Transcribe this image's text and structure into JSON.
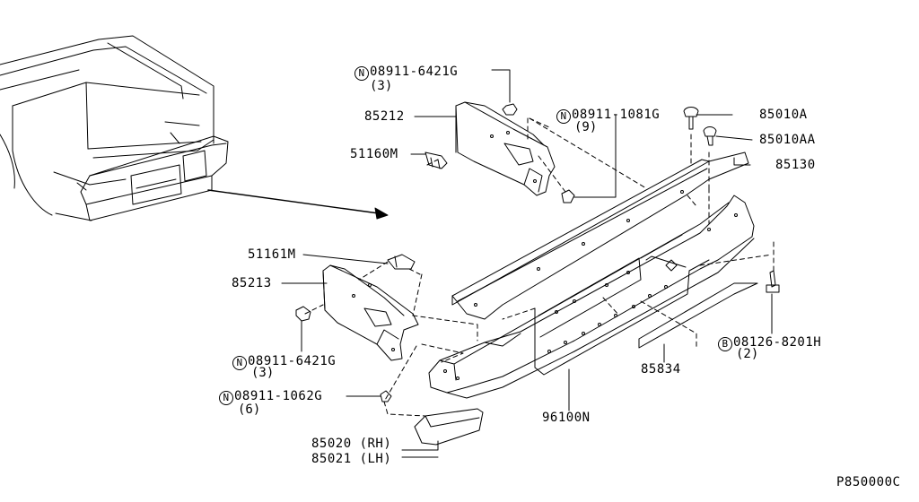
{
  "diagram": {
    "drawing_id": "P850000C",
    "callouts": [
      {
        "key": "n1",
        "prefix": "N",
        "part": "08911-6421G",
        "qty": "(3)"
      },
      {
        "key": "p85212",
        "part": "85212"
      },
      {
        "key": "p51160m",
        "part": "51160M"
      },
      {
        "key": "n2",
        "prefix": "N",
        "part": "08911-1081G",
        "qty": "(9)"
      },
      {
        "key": "p85010a",
        "part": "85010A"
      },
      {
        "key": "p85010aa",
        "part": "85010AA"
      },
      {
        "key": "p85130",
        "part": "85130"
      },
      {
        "key": "p51161m",
        "part": "51161M"
      },
      {
        "key": "p85213",
        "part": "85213"
      },
      {
        "key": "n3",
        "prefix": "N",
        "part": "08911-6421G",
        "qty": "(3)"
      },
      {
        "key": "n4",
        "prefix": "N",
        "part": "08911-1062G",
        "qty": "(6)"
      },
      {
        "key": "b1",
        "prefix": "B",
        "part": "08126-8201H",
        "qty": "(2)"
      },
      {
        "key": "p85834",
        "part": "85834"
      },
      {
        "key": "p96100n",
        "part": "96100N"
      },
      {
        "key": "p85020",
        "part": "85020 (RH)"
      },
      {
        "key": "p85021",
        "part": "85021 (LH)"
      }
    ]
  }
}
